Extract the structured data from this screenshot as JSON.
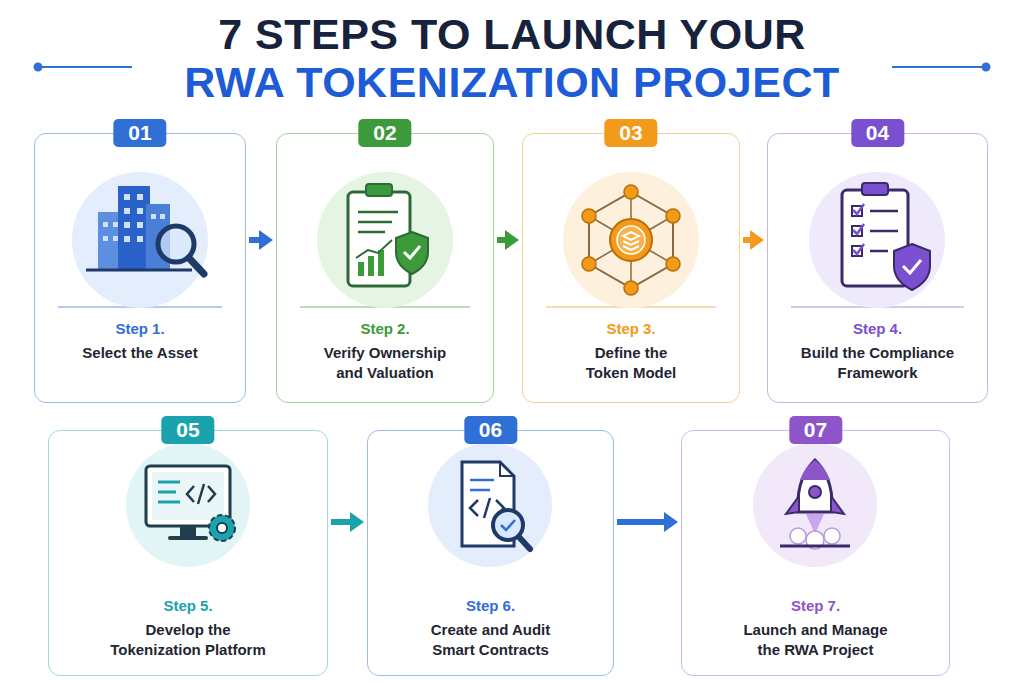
{
  "diagram": {
    "title": "7 STEPS TO LAUNCH YOUR RWA TOKENIZATION PROJECT",
    "nodes": [
      {
        "text": [
          "01",
          "Step 1.",
          "Select the Asset"
        ]
      },
      {
        "text": [
          "02",
          "Step 2.",
          "Verify Ownership and Valuation"
        ]
      },
      {
        "text": [
          "03",
          "Step 3.",
          "Define the Token Model"
        ]
      },
      {
        "text": [
          "04",
          "Step 4.",
          "Build the Compliance Framework"
        ]
      },
      {
        "text": [
          "05",
          "Step 5.",
          "Develop the Tokenization Platform"
        ]
      },
      {
        "text": [
          "06",
          "Step 6.",
          "Create and Audit Smart Contracts"
        ]
      },
      {
        "text": [
          "07",
          "Step 7.",
          "Launch and Manage the RWA Project"
        ]
      }
    ],
    "edges": [
      {
        "from": 0,
        "to": 1,
        "arrow": "to"
      },
      {
        "from": 1,
        "to": 2,
        "arrow": "to"
      },
      {
        "from": 2,
        "to": 3,
        "arrow": "to"
      },
      {
        "from": 4,
        "to": 5,
        "arrow": "to"
      },
      {
        "from": 5,
        "to": 6,
        "arrow": "to"
      }
    ]
  }
}
